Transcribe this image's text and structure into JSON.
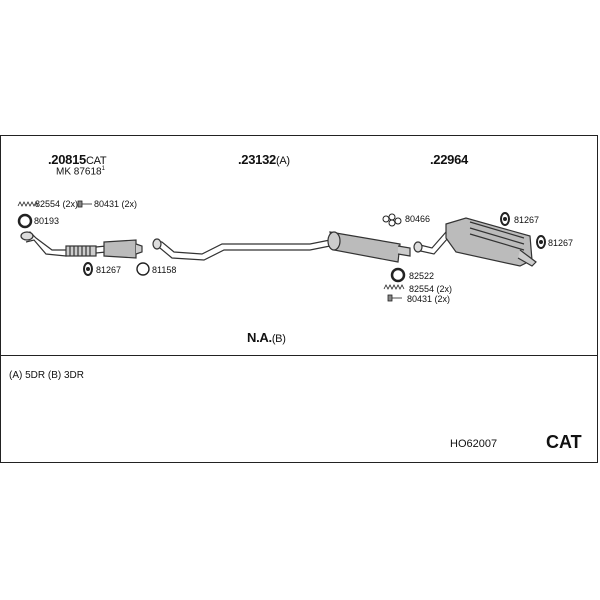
{
  "parts": {
    "cat_part": ".20815",
    "cat_suffix": "CAT",
    "cat_alt": "ΜK  87618",
    "cat_alt_sup": "1",
    "middle_part": ".23132",
    "middle_suffix": "(A)",
    "rear_part": ".22964",
    "na_label": "N.A.",
    "na_suffix": "(B)"
  },
  "hardware": {
    "front_spring": "82554 (2x)",
    "front_bolt": "80431 (2x)",
    "front_gasket": "80193",
    "front_clamp": "81267",
    "middle_ring": "81158",
    "hanger": "80466",
    "rear_gasket": "82522",
    "rear_spring": "82554 (2x)",
    "rear_bolt": "80431 (2x)",
    "rear_clamp_1": "81267",
    "rear_clamp_2": "81267"
  },
  "footer": {
    "variants": "(A) 5DR (B) 3DR",
    "code": "HO62007",
    "cat": "CAT"
  }
}
